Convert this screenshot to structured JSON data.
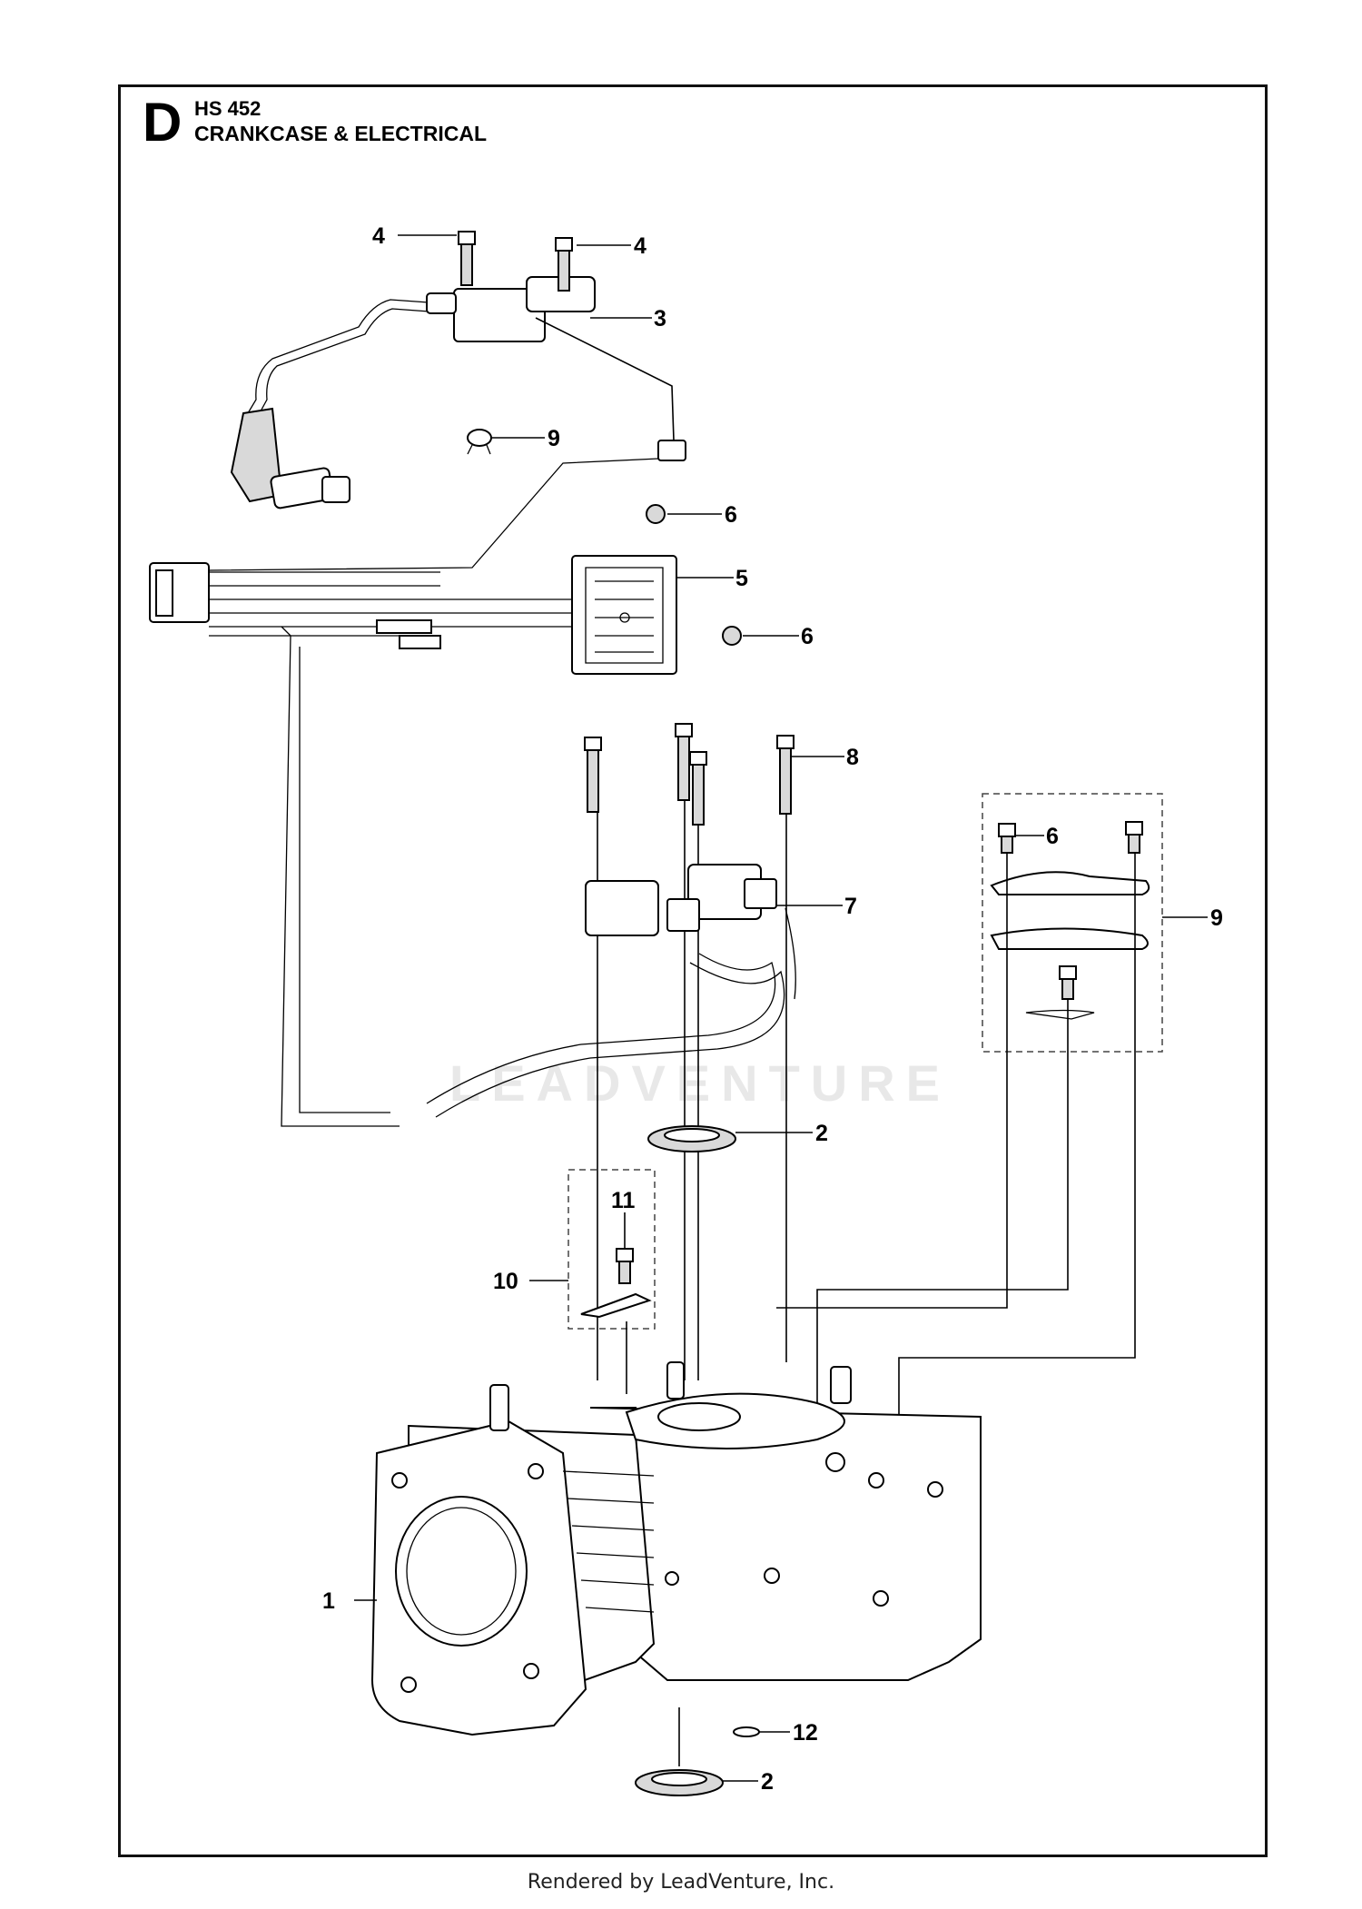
{
  "header": {
    "section_letter": "D",
    "model": "HS 452",
    "section_title": "CRANKCASE & ELECTRICAL"
  },
  "watermark": "LEADVENTURE",
  "footer": "Rendered by LeadVenture, Inc.",
  "callouts": {
    "bolt_4a": "4",
    "bolt_4b": "4",
    "ignition_coil": "3",
    "clip_9": "9",
    "screw_6a": "6",
    "regulator": "5",
    "screw_6b": "6",
    "bolts_8": "8",
    "screw_6c": "6",
    "cover_kit": "9",
    "pulser_7": "7",
    "seal_2_top": "2",
    "bolt_11": "11",
    "bracket_10": "10",
    "crankcase": "1",
    "washer_12": "12",
    "seal_2_bottom": "2"
  },
  "colors": {
    "line": "#000000",
    "frame": "#111111",
    "fill_dark": "#d9d9d9",
    "watermark": "#e8e8e8"
  }
}
